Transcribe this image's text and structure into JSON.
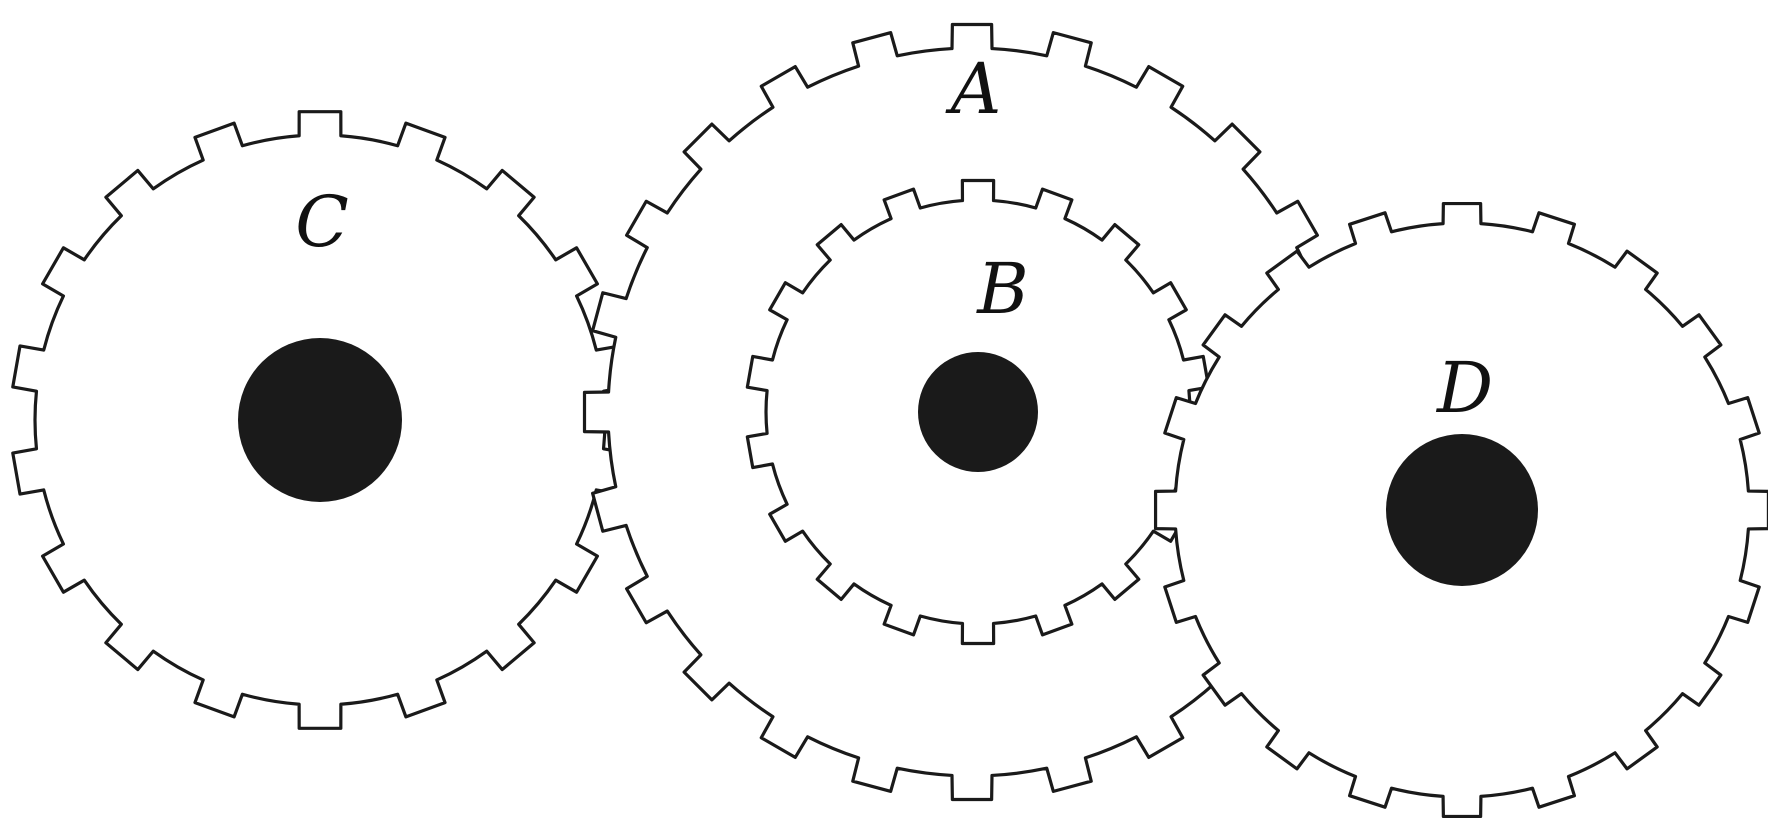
{
  "diagram": {
    "colors": {
      "outline": "#1a1a1a",
      "hub": "#1a1a1a",
      "label": "#111111",
      "background": "#ffffff"
    },
    "gears": [
      {
        "id": "A",
        "label": "A",
        "teeth": 24
      },
      {
        "id": "B",
        "label": "B",
        "teeth": 18
      },
      {
        "id": "C",
        "label": "C",
        "teeth": 18
      },
      {
        "id": "D",
        "label": "D",
        "teeth": 20
      }
    ]
  }
}
